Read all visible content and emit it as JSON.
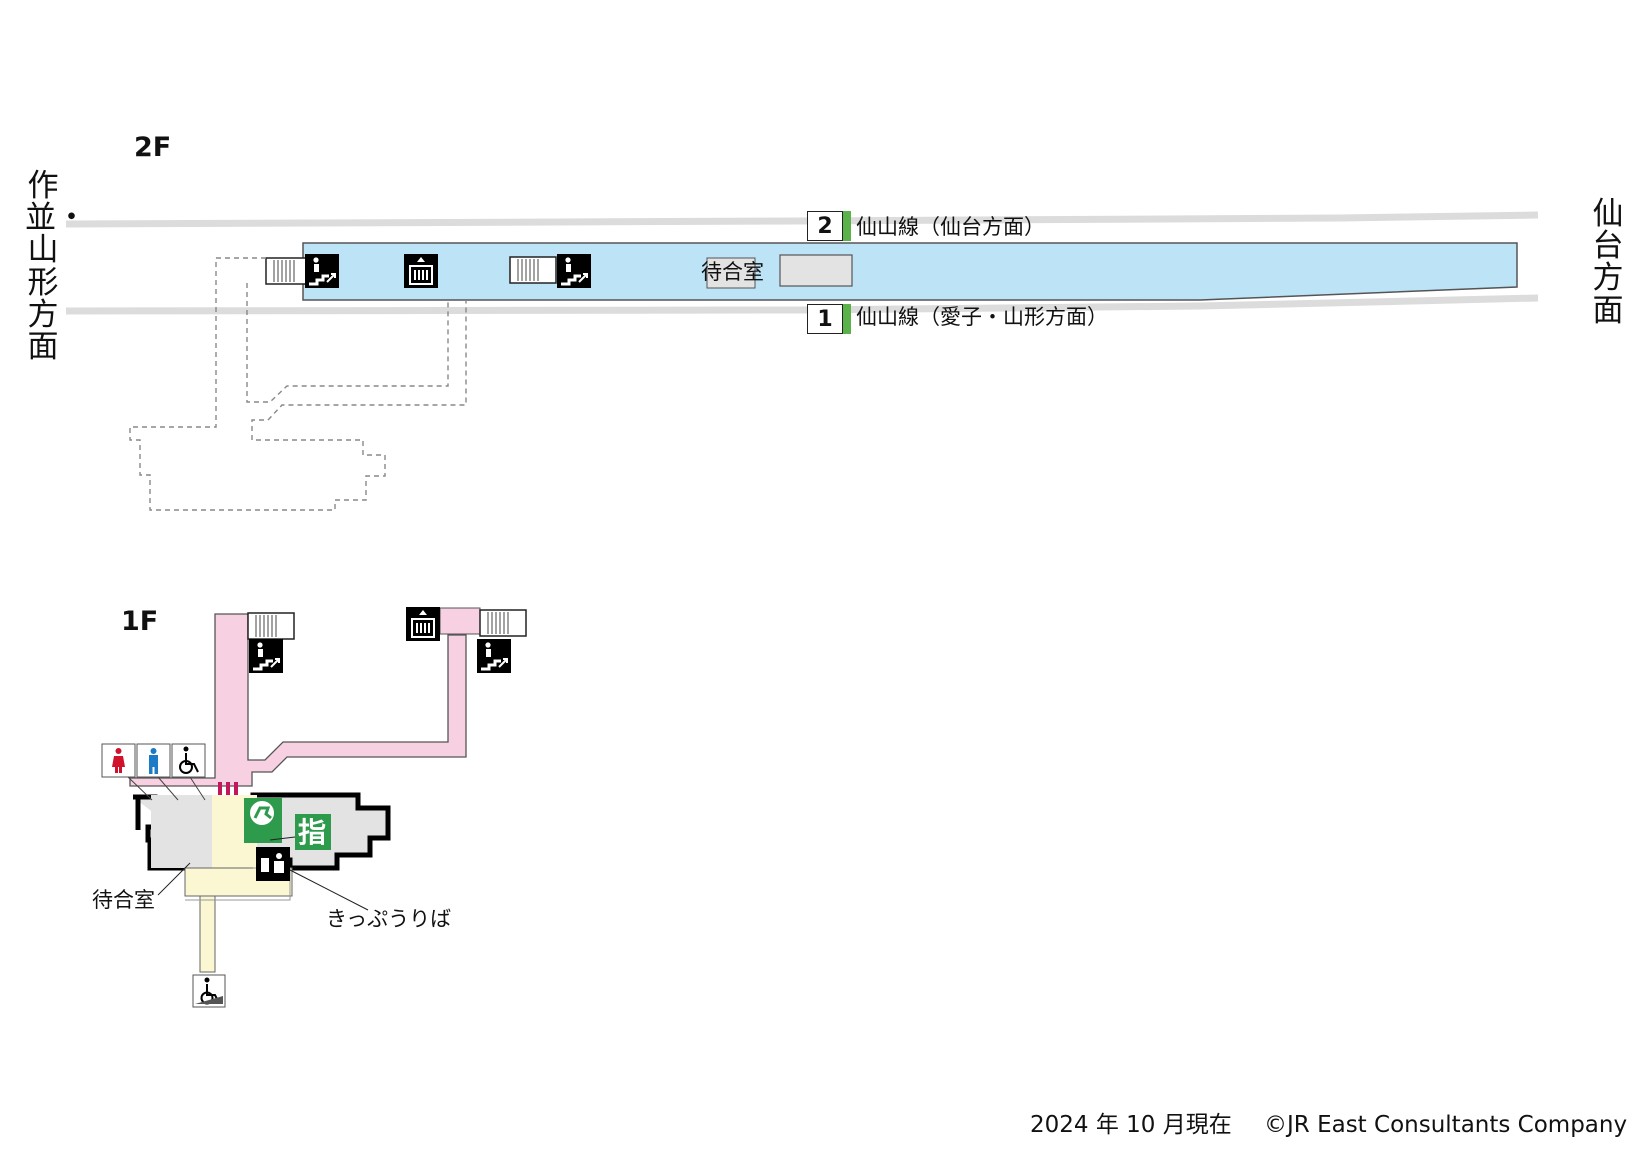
{
  "floors": {
    "upper": "2F",
    "lower": "1F"
  },
  "directions": {
    "left": "作並・山形方面",
    "right": "仙台方面"
  },
  "tracks": [
    {
      "number": "2",
      "label": "仙山線（仙台方面）"
    },
    {
      "number": "1",
      "label": "仙山線（愛子・山形方面）"
    }
  ],
  "rooms": {
    "platform_waiting_room": "待合室",
    "ground_waiting_room": "待合室",
    "ticket_office": "きっぷうりば",
    "reserved_seat_icon": "指"
  },
  "icons": [
    "stairs-escalator-icon",
    "elevator-icon",
    "female-toilet-icon",
    "male-toilet-icon",
    "accessible-toilet-icon",
    "ticket-vending-machine-icon",
    "reserved-seat-icon",
    "green-window-icon",
    "wheelchair-ramp-icon"
  ],
  "footer": {
    "date": "2024 年 10 月現在",
    "copyright": "©JR East Consultants Company"
  },
  "colors": {
    "platform": "#bde3f6",
    "concourse": "#f7d0e2",
    "track": "#dcdcdc",
    "station_interior": "#e3e3e3",
    "ticket_area": "#fbf7d2",
    "line_accent": "#5cb24a",
    "reserved_green": "#2e9a4b",
    "female": "#d0112b",
    "male": "#1b7bc6"
  }
}
